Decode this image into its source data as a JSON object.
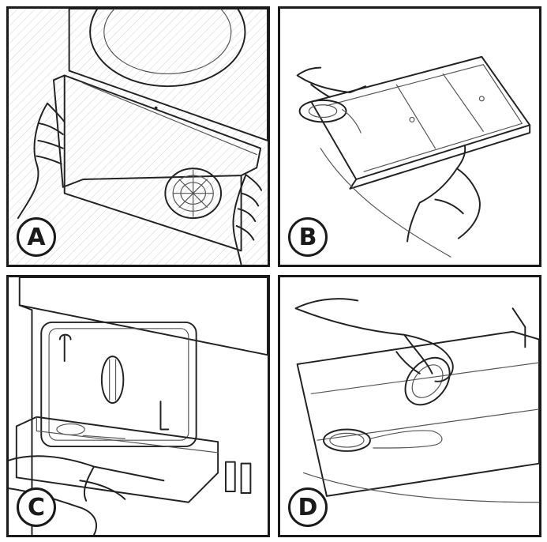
{
  "steps": [
    {
      "id": "A",
      "label": "A"
    },
    {
      "id": "B",
      "label": "B"
    },
    {
      "id": "C",
      "label": "C"
    },
    {
      "id": "D",
      "label": "D"
    }
  ]
}
